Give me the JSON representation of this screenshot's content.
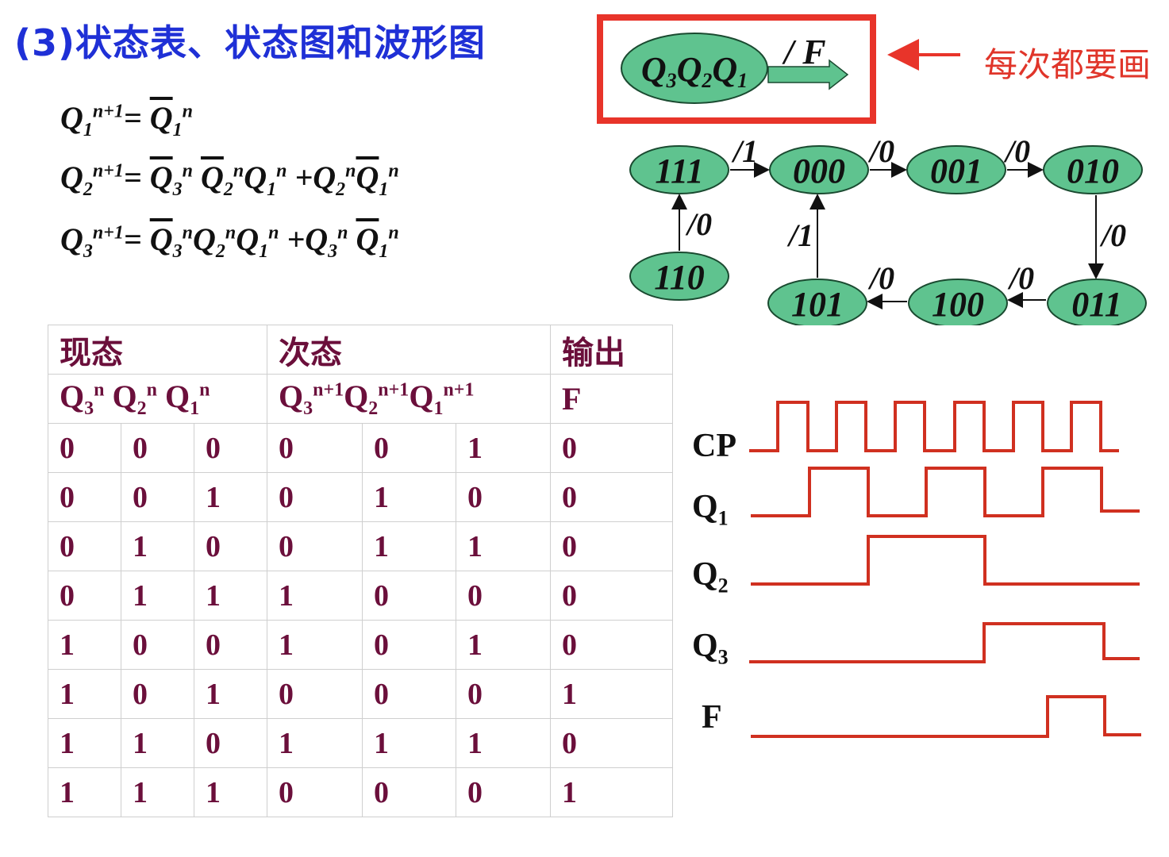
{
  "title": "(3)状态表、状态图和波形图",
  "equations": {
    "q1": {
      "lhs": "Q",
      "lhs_sub": "1",
      "lhs_sup": "n+1",
      "eq": "=",
      "rhs": "Q",
      "rhs_sub": "1",
      "rhs_sup": "n"
    },
    "q2_text": "Q2n+1 = Q3n Q2n Q1n + Q2n Q1n",
    "q3_text": "Q3n+1 = Q3n Q2n Q1n + Q3n Q1n"
  },
  "legend": {
    "state": "Q3Q2Q1",
    "output": "/ F",
    "note": "每次都要画",
    "box_color": "#e8342a",
    "node_color": "#5fc38f"
  },
  "state_diagram": {
    "nodes": [
      "111",
      "000",
      "001",
      "010",
      "110",
      "101",
      "100",
      "011"
    ],
    "edges": [
      {
        "from": "111",
        "to": "000",
        "label": "/1"
      },
      {
        "from": "000",
        "to": "001",
        "label": "/0"
      },
      {
        "from": "001",
        "to": "010",
        "label": "/0"
      },
      {
        "from": "010",
        "to": "011",
        "label": "/0"
      },
      {
        "from": "011",
        "to": "100",
        "label": "/0"
      },
      {
        "from": "100",
        "to": "101",
        "label": "/0"
      },
      {
        "from": "101",
        "to": "000",
        "label": "/1"
      },
      {
        "from": "110",
        "to": "111",
        "label": "/0"
      }
    ]
  },
  "table": {
    "group_headers": [
      "现态",
      "次态",
      "输出"
    ],
    "col_headers": [
      "Q3n Q2n Q1n",
      "Q3n+1Q2n+1Q1n+1",
      "F"
    ],
    "rows": [
      [
        "0",
        "0",
        "0",
        "0",
        "0",
        "1",
        "0"
      ],
      [
        "0",
        "0",
        "1",
        "0",
        "1",
        "0",
        "0"
      ],
      [
        "0",
        "1",
        "0",
        "0",
        "1",
        "1",
        "0"
      ],
      [
        "0",
        "1",
        "1",
        "1",
        "0",
        "0",
        "0"
      ],
      [
        "1",
        "0",
        "0",
        "1",
        "0",
        "1",
        "0"
      ],
      [
        "1",
        "0",
        "1",
        "0",
        "0",
        "0",
        "1"
      ],
      [
        "1",
        "1",
        "0",
        "1",
        "1",
        "1",
        "0"
      ],
      [
        "1",
        "1",
        "1",
        "0",
        "0",
        "0",
        "1"
      ]
    ],
    "text_color": "#6b0f3b"
  },
  "waveforms": {
    "labels": [
      "CP",
      "Q1",
      "Q2",
      "Q3",
      "F"
    ],
    "color": "#d03020",
    "signals": {
      "CP": [
        0,
        1,
        0,
        1,
        0,
        1,
        0,
        1,
        0,
        1,
        0,
        1,
        0
      ],
      "Q1": [
        0,
        1,
        0,
        1,
        0,
        1,
        0
      ],
      "Q2": [
        0,
        1,
        0
      ],
      "Q3": [
        0,
        1,
        0
      ],
      "F": [
        0,
        1,
        0
      ]
    }
  }
}
